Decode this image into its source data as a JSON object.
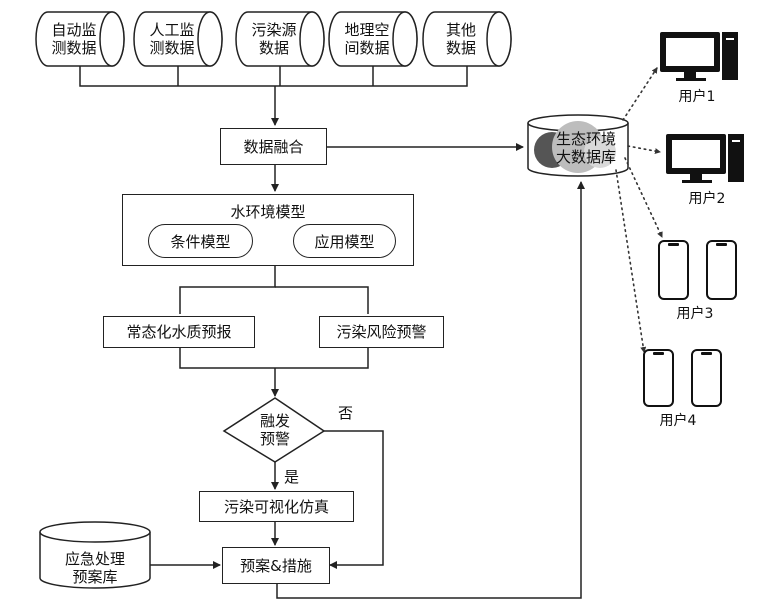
{
  "sources": [
    {
      "label": "自动监\n测数据"
    },
    {
      "label": "人工监\n测数据"
    },
    {
      "label": "污染源\n数据"
    },
    {
      "label": "地理空\n间数据"
    },
    {
      "label": "其他\n数据"
    }
  ],
  "fusion": "数据融合",
  "model": {
    "title": "水环境模型",
    "left": "条件模型",
    "right": "应用模型"
  },
  "forecast": "常态化水质预报",
  "warning": "污染风险预警",
  "decision": {
    "line1": "融发",
    "line2": "预警",
    "yes": "是",
    "no": "否"
  },
  "simulation": "污染可视化仿真",
  "plan": "预案&措施",
  "plan_db": "应急处理\n预案库",
  "bigdata": "生态环境\n大数据库",
  "users": [
    "用户1",
    "用户2",
    "用户3",
    "用户4"
  ],
  "colors": {
    "line": "#222222",
    "dot": "#333333",
    "device": "#111111"
  }
}
